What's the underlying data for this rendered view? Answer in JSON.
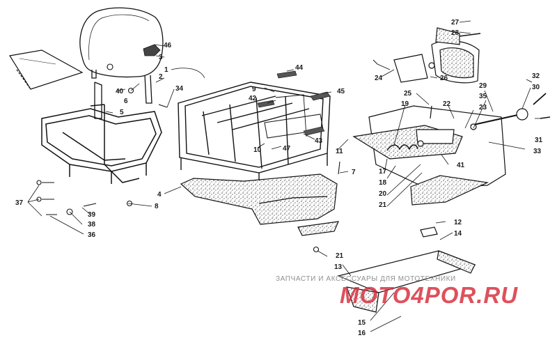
{
  "parts": [
    {
      "id": "l46",
      "text": "46"
    },
    {
      "id": "l3",
      "text": "3"
    },
    {
      "id": "l2",
      "text": "2"
    },
    {
      "id": "l34",
      "text": "34"
    },
    {
      "id": "l40",
      "text": "40"
    },
    {
      "id": "l6",
      "text": "6"
    },
    {
      "id": "l5",
      "text": "5"
    },
    {
      "id": "l1",
      "text": "1"
    },
    {
      "id": "l9",
      "text": "9"
    },
    {
      "id": "l42",
      "text": "42"
    },
    {
      "id": "l44",
      "text": "44"
    },
    {
      "id": "l45",
      "text": "45"
    },
    {
      "id": "l43",
      "text": "43"
    },
    {
      "id": "l10",
      "text": "10"
    },
    {
      "id": "l47",
      "text": "47"
    },
    {
      "id": "l11",
      "text": "11"
    },
    {
      "id": "l7",
      "text": "7"
    },
    {
      "id": "l4",
      "text": "4"
    },
    {
      "id": "l8",
      "text": "8"
    },
    {
      "id": "l37",
      "text": "37"
    },
    {
      "id": "l39",
      "text": "39"
    },
    {
      "id": "l38",
      "text": "38"
    },
    {
      "id": "l36",
      "text": "36"
    },
    {
      "id": "l27",
      "text": "27"
    },
    {
      "id": "l28",
      "text": "28"
    },
    {
      "id": "l24",
      "text": "24"
    },
    {
      "id": "l26",
      "text": "26"
    },
    {
      "id": "l25",
      "text": "25"
    },
    {
      "id": "l19",
      "text": "19"
    },
    {
      "id": "l22",
      "text": "22"
    },
    {
      "id": "l29",
      "text": "29"
    },
    {
      "id": "l35",
      "text": "35"
    },
    {
      "id": "l23",
      "text": "23"
    },
    {
      "id": "l32",
      "text": "32"
    },
    {
      "id": "l30",
      "text": "30"
    },
    {
      "id": "l31",
      "text": "31"
    },
    {
      "id": "l33",
      "text": "33"
    },
    {
      "id": "l17",
      "text": "17"
    },
    {
      "id": "l18",
      "text": "18"
    },
    {
      "id": "l41",
      "text": "41"
    },
    {
      "id": "l20",
      "text": "20"
    },
    {
      "id": "l21a",
      "text": "21"
    },
    {
      "id": "l12",
      "text": "12"
    },
    {
      "id": "l14",
      "text": "14"
    },
    {
      "id": "l21b",
      "text": "21"
    },
    {
      "id": "l13",
      "text": "13"
    },
    {
      "id": "l15",
      "text": "15"
    },
    {
      "id": "l16",
      "text": "16"
    }
  ],
  "watermark": {
    "caption": "ЗАПЧАСТИ И АКСЕССУАРЫ ДЛЯ МОТОТЕХНИКИ",
    "logo": "MOTO4POR.RU",
    "color": "#d62b3a"
  }
}
